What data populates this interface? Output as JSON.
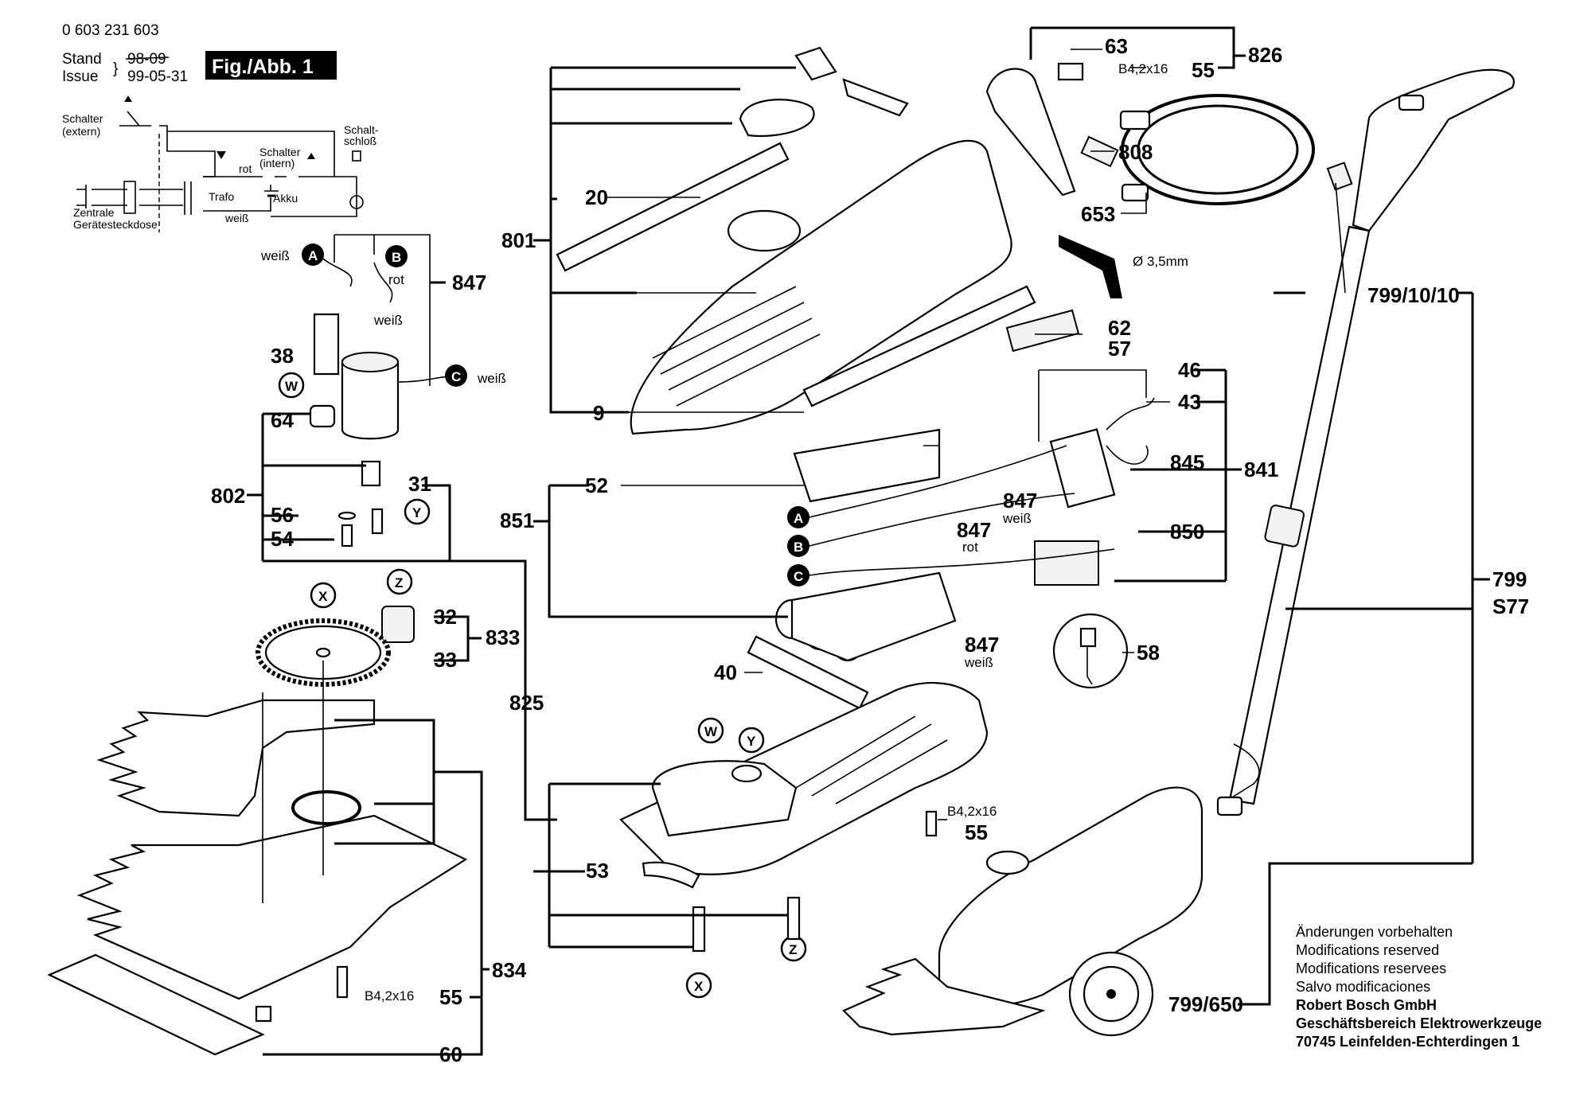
{
  "header": {
    "doc_number": "0 603 231 603",
    "stand_label": "Stand",
    "issue_label": "Issue",
    "stand_value": "98-09",
    "issue_value": "99-05-31",
    "figure_label": "Fig./Abb. 1"
  },
  "schematic": {
    "schalter_extern_1": "Schalter",
    "schalter_extern_2": "(extern)",
    "schalter_intern_1": "Schalter",
    "schalter_intern_2": "(intern)",
    "schaltschloss_1": "Schalt-",
    "schaltschloss_2": "schloß",
    "rot": "rot",
    "weiss": "weiß",
    "trafo": "Trafo",
    "akku": "Akku",
    "zentrale_1": "Zentrale",
    "zentrale_2": "Gerätesteckdose"
  },
  "wire_labels": {
    "weiss": "weiß",
    "rot": "rot",
    "diameter": "Ø 3,5mm",
    "screw": "B4,2x16"
  },
  "markers": [
    "A",
    "B",
    "C",
    "W",
    "X",
    "Y",
    "Z"
  ],
  "part_numbers": {
    "p847": "847",
    "p38": "38",
    "p64": "64",
    "p802": "802",
    "p31": "31",
    "p56": "56",
    "p54": "54",
    "p32": "32",
    "p33": "33",
    "p833": "833",
    "p825": "825",
    "p834": "834",
    "p55": "55",
    "p60": "60",
    "p801": "801",
    "p20": "20",
    "p9": "9",
    "p63": "63",
    "p826": "826",
    "p808": "808",
    "p653": "653",
    "p62": "62",
    "p57": "57",
    "p46": "46",
    "p43": "43",
    "p845": "845",
    "p841": "841",
    "p850": "850",
    "p52": "52",
    "p851": "851",
    "p40": "40",
    "p58": "58",
    "p53": "53",
    "p799_10_10": "799/10/10",
    "p799": "799",
    "pS77": "S77",
    "p799_650": "799/650"
  },
  "footer": {
    "line1": "Änderungen vorbehalten",
    "line2": "Modifications reserved",
    "line3": "Modifications reservees",
    "line4": "Salvo modificaciones",
    "line5": "Robert Bosch GmbH",
    "line6": "Geschäftsbereich Elektrowerkzeuge",
    "line7": "70745 Leinfelden-Echterdingen 1"
  }
}
